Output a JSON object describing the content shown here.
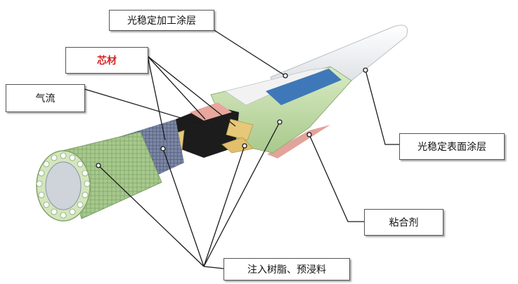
{
  "labels": {
    "light_stable_process_coating": "光稳定加工涂层",
    "core_material": "芯材",
    "airflow": "气流",
    "light_stable_surface_coating": "光稳定表面涂层",
    "adhesive": "粘合剂",
    "infused_resin_prepreg": "注入树脂、预浸料"
  },
  "colors": {
    "core_label_text": "#d21f1f",
    "laminate_green": "#bcd7a0",
    "gelcoat_white": "#f0f0f0",
    "blue_strip": "#3f78b8",
    "adhesive_pink": "#e2a39a",
    "tan_core": "#e6c878"
  }
}
